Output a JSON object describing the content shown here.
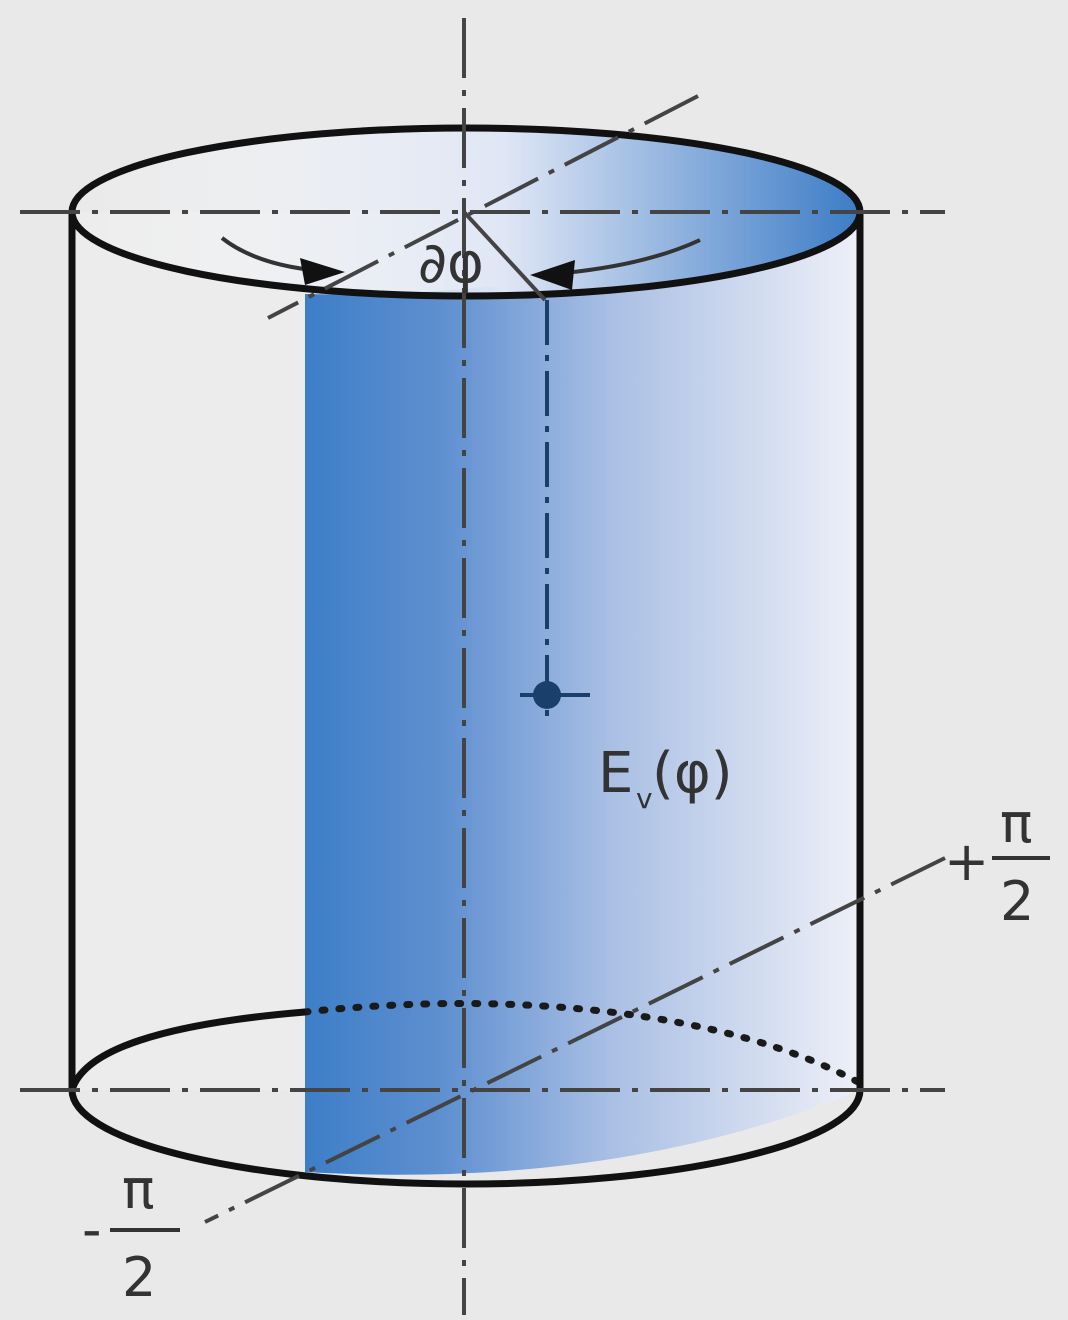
{
  "labels": {
    "angle": "∂φ",
    "intensity_main": "E",
    "intensity_sub": "v",
    "intensity_arg": "(φ)",
    "top_sign": "+",
    "top_num": "π",
    "top_den": "2",
    "bottom_sign": "-",
    "bottom_num": "π",
    "bottom_den": "2"
  },
  "colors": {
    "background": "#e9e9e9",
    "band_dark": "#3f7fc8",
    "band_light": "#f0f2fa",
    "outline": "#111111",
    "axis": "#444444"
  }
}
